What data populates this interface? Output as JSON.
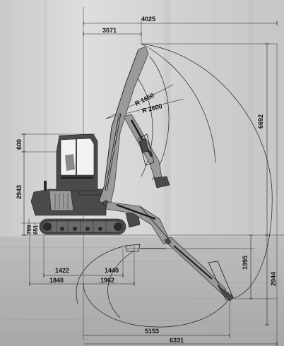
{
  "colors": {
    "background": "#d4d4d4",
    "line": "#222222",
    "machine_dark": "#3a3a3a",
    "machine_light": "#9a9a9a"
  },
  "dimensions": {
    "top_4025": "4025",
    "top_3071": "3071",
    "radius_1650": "R 1650",
    "radius_2600": "R 2600",
    "right_6692": "6692",
    "left_600": "600",
    "left_2943": "2943",
    "left_799": "799",
    "left_651": "651",
    "bottom_1422": "1422",
    "bottom_1440": "1440",
    "bottom_1840": "1840",
    "bottom_1962": "1962",
    "right_1995": "1995",
    "right_2944": "2944",
    "bottom_5153": "5153",
    "bottom_6331": "6331"
  }
}
